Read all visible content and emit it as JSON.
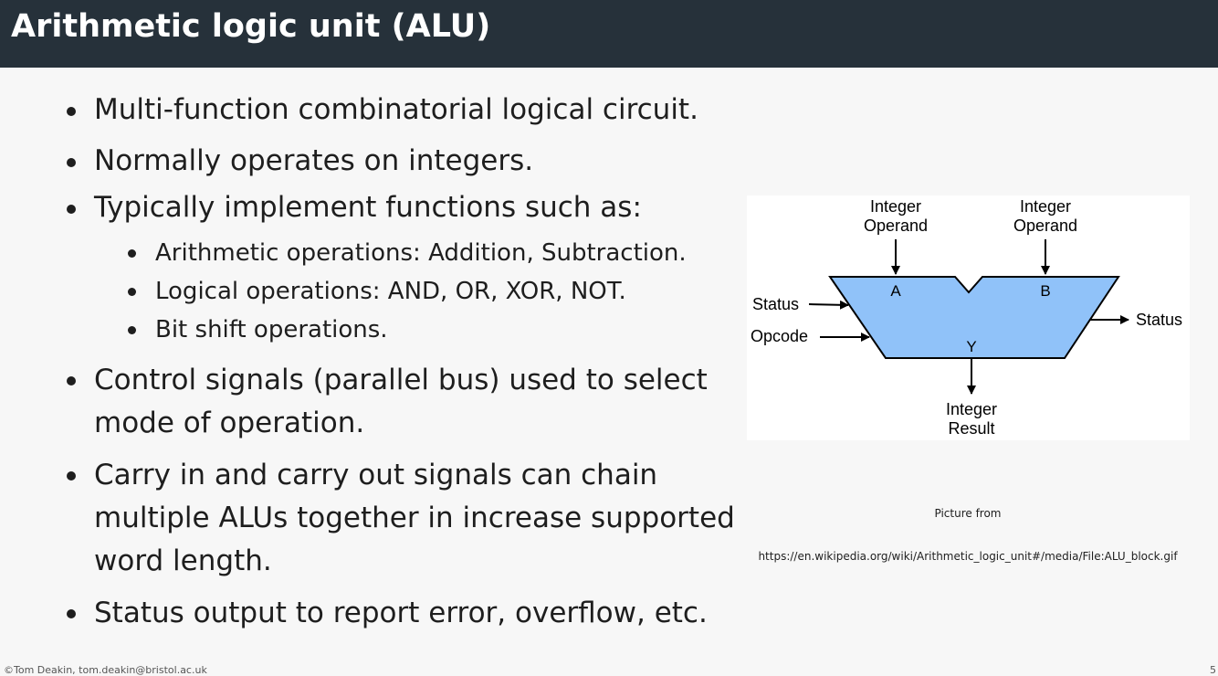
{
  "slide": {
    "title": "Arithmetic logic unit (ALU)"
  },
  "bullets": [
    {
      "text": "Multi-function combinatorial logical circuit."
    },
    {
      "text": "Normally operates on integers."
    },
    {
      "text": "Typically implement functions such as:"
    },
    {
      "text": "Arithmetic operations: Addition, Subtraction."
    },
    {
      "text": "Logical operations: AND, OR, XOR, NOT."
    },
    {
      "text": "Bit shift operations."
    },
    {
      "text": "Control signals (parallel bus) used to select",
      "text2": "mode of operation."
    },
    {
      "text": "Carry in and carry out signals can chain",
      "text2": "multiple ALUs together in increase supported",
      "text3": "word length."
    },
    {
      "text": "Status output to report error, overflow, etc."
    }
  ],
  "diagram": {
    "operand_a_line1": "Integer",
    "operand_a_line2": "Operand",
    "operand_b_line1": "Integer",
    "operand_b_line2": "Operand",
    "input_a": "A",
    "input_b": "B",
    "output_y": "Y",
    "status_in": "Status",
    "opcode": "Opcode",
    "status_out": "Status",
    "result_line1": "Integer",
    "result_line2": "Result",
    "alu_fill": "#90c2f9"
  },
  "caption": {
    "line1": "Picture from",
    "line2": "https://en.wikipedia.org/wiki/Arithmetic_logic_unit#/media/File:ALU_block.gif"
  },
  "footer": {
    "left": "©Tom Deakin, tom.deakin@bristol.ac.uk",
    "right": "5"
  }
}
